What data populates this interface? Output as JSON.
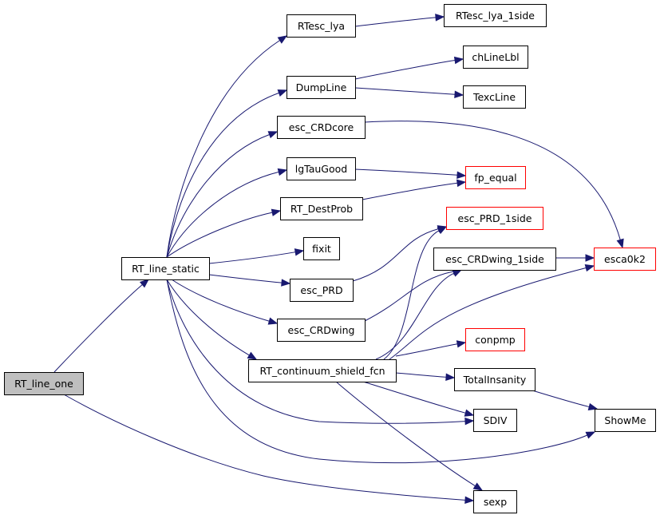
{
  "colors": {
    "edge": "#191970",
    "node_border": "#000000",
    "node_border_truncated": "#ff0000",
    "root_fill": "#bfbfbf",
    "node_fill": "#ffffff"
  },
  "nodes": {
    "RT_line_one": {
      "label": "RT_line_one",
      "style": "root"
    },
    "RT_line_static": {
      "label": "RT_line_static",
      "style": "normal"
    },
    "RTesc_lya": {
      "label": "RTesc_lya",
      "style": "normal"
    },
    "RTesc_lya_1side": {
      "label": "RTesc_lya_1side",
      "style": "normal"
    },
    "DumpLine": {
      "label": "DumpLine",
      "style": "normal"
    },
    "chLineLbl": {
      "label": "chLineLbl",
      "style": "normal"
    },
    "TexcLine": {
      "label": "TexcLine",
      "style": "normal"
    },
    "esc_CRDcore": {
      "label": "esc_CRDcore",
      "style": "normal"
    },
    "lgTauGood": {
      "label": "lgTauGood",
      "style": "normal"
    },
    "fp_equal": {
      "label": "fp_equal",
      "style": "red"
    },
    "RT_DestProb": {
      "label": "RT_DestProb",
      "style": "normal"
    },
    "esc_PRD_1side": {
      "label": "esc_PRD_1side",
      "style": "red"
    },
    "fixit": {
      "label": "fixit",
      "style": "normal"
    },
    "esc_CRDwing_1side": {
      "label": "esc_CRDwing_1side",
      "style": "normal"
    },
    "esca0k2": {
      "label": "esca0k2",
      "style": "red"
    },
    "esc_PRD": {
      "label": "esc_PRD",
      "style": "normal"
    },
    "esc_CRDwing": {
      "label": "esc_CRDwing",
      "style": "normal"
    },
    "conpmp": {
      "label": "conpmp",
      "style": "red"
    },
    "RT_continuum_shield_fcn": {
      "label": "RT_continuum_shield_fcn",
      "style": "normal"
    },
    "TotalInsanity": {
      "label": "TotalInsanity",
      "style": "normal"
    },
    "SDIV": {
      "label": "SDIV",
      "style": "normal"
    },
    "ShowMe": {
      "label": "ShowMe",
      "style": "normal"
    },
    "sexp": {
      "label": "sexp",
      "style": "normal"
    }
  },
  "edges": [
    {
      "from": "RT_line_one",
      "to": "RT_line_static"
    },
    {
      "from": "RT_line_one",
      "to": "sexp"
    },
    {
      "from": "RT_line_static",
      "to": "RTesc_lya"
    },
    {
      "from": "RT_line_static",
      "to": "DumpLine"
    },
    {
      "from": "RT_line_static",
      "to": "esc_CRDcore"
    },
    {
      "from": "RT_line_static",
      "to": "lgTauGood"
    },
    {
      "from": "RT_line_static",
      "to": "RT_DestProb"
    },
    {
      "from": "RT_line_static",
      "to": "fixit"
    },
    {
      "from": "RT_line_static",
      "to": "esc_PRD"
    },
    {
      "from": "RT_line_static",
      "to": "esc_CRDwing"
    },
    {
      "from": "RT_line_static",
      "to": "RT_continuum_shield_fcn"
    },
    {
      "from": "RT_line_static",
      "to": "SDIV"
    },
    {
      "from": "RT_line_static",
      "to": "ShowMe"
    },
    {
      "from": "RTesc_lya",
      "to": "RTesc_lya_1side"
    },
    {
      "from": "DumpLine",
      "to": "chLineLbl"
    },
    {
      "from": "DumpLine",
      "to": "TexcLine"
    },
    {
      "from": "esc_CRDcore",
      "to": "esca0k2"
    },
    {
      "from": "lgTauGood",
      "to": "fp_equal"
    },
    {
      "from": "RT_DestProb",
      "to": "fp_equal"
    },
    {
      "from": "esc_PRD",
      "to": "esc_PRD_1side"
    },
    {
      "from": "esc_CRDwing",
      "to": "esc_CRDwing_1side"
    },
    {
      "from": "esc_CRDwing_1side",
      "to": "esca0k2"
    },
    {
      "from": "RT_continuum_shield_fcn",
      "to": "esc_PRD_1side"
    },
    {
      "from": "RT_continuum_shield_fcn",
      "to": "esc_CRDwing_1side"
    },
    {
      "from": "RT_continuum_shield_fcn",
      "to": "esca0k2"
    },
    {
      "from": "RT_continuum_shield_fcn",
      "to": "conpmp"
    },
    {
      "from": "RT_continuum_shield_fcn",
      "to": "TotalInsanity"
    },
    {
      "from": "RT_continuum_shield_fcn",
      "to": "SDIV"
    },
    {
      "from": "RT_continuum_shield_fcn",
      "to": "sexp"
    },
    {
      "from": "TotalInsanity",
      "to": "ShowMe"
    }
  ]
}
